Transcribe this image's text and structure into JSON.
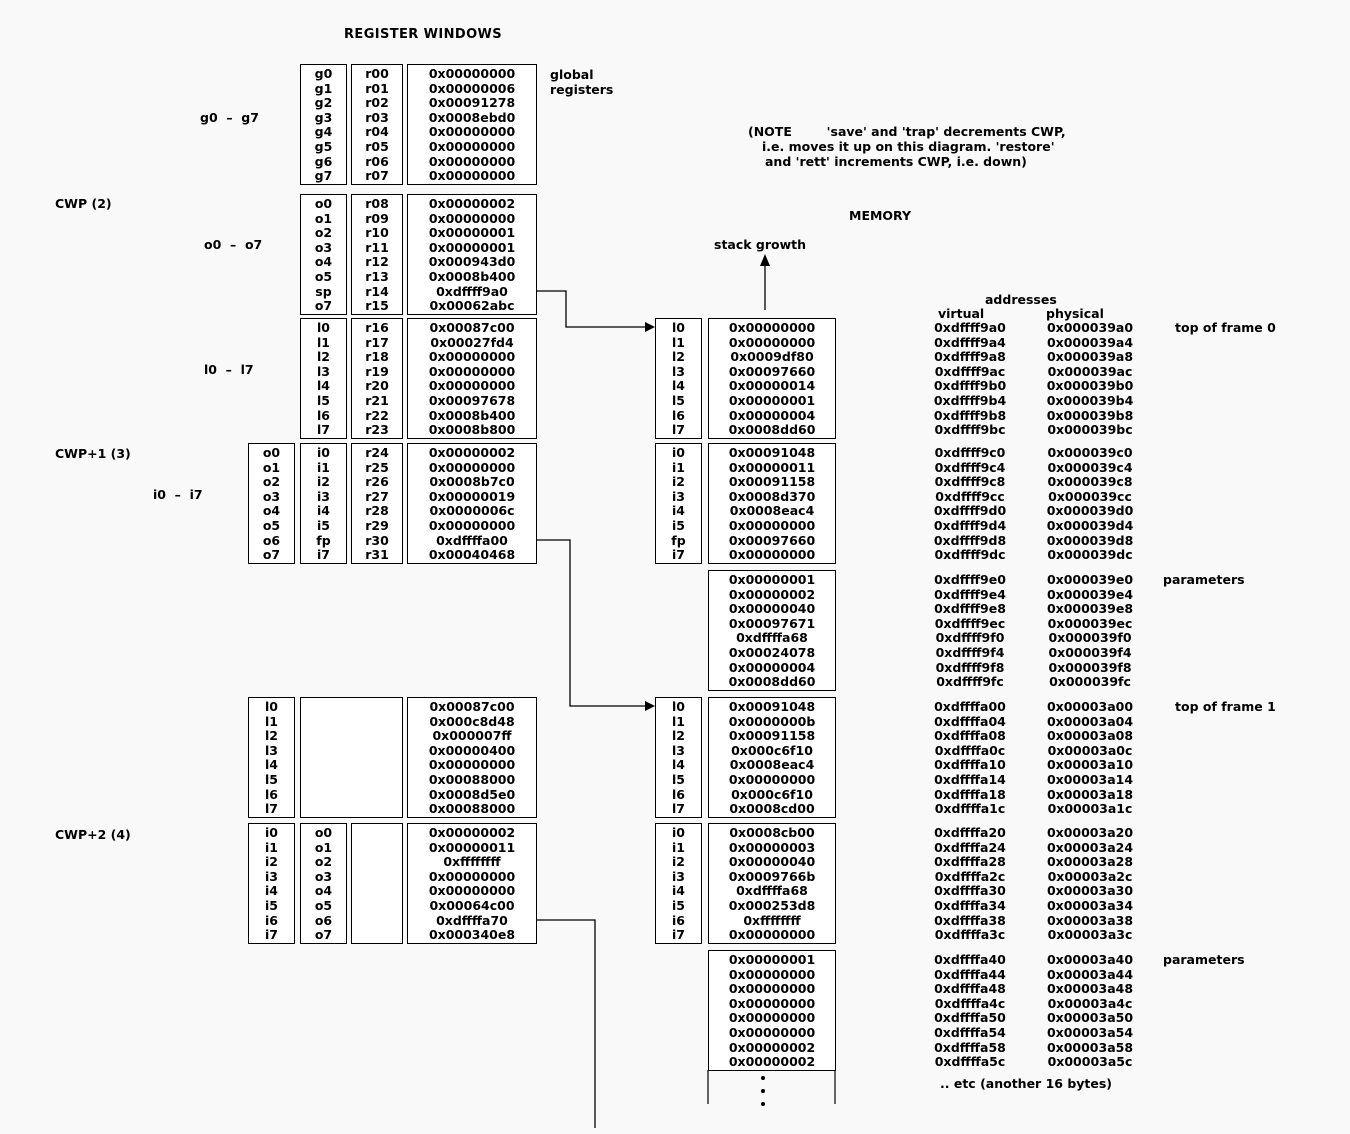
{
  "title": "REGISTER WINDOWS",
  "note": {
    "line1": "(NOTE        'save' and 'trap' decrements CWP,",
    "line2": "i.e. moves it up on this diagram. 'restore'",
    "line3": "and 'rett' increments CWP, i.e. down)"
  },
  "labels": {
    "global_registers": "global\nregisters",
    "g_range": "g0  –  g7",
    "cwp": "CWP (2)",
    "o_range": "o0  –  o7",
    "l_range": "l0  –  l7",
    "cwp1": "CWP+1 (3)",
    "i_range": "i0  –  i7",
    "cwp2": "CWP+2 (4)",
    "memory": "MEMORY",
    "stack_growth": "stack growth",
    "addresses": "addresses",
    "virtual": "virtual",
    "physical": "physical",
    "top_of_frame0": "top of frame 0",
    "top_of_frame1": "top of frame 1",
    "parameters0": "parameters",
    "parameters1": "parameters",
    "etc": ".. etc (another 16 bytes)"
  },
  "registers": {
    "global": [
      [
        "g0",
        "r00",
        "0x00000000"
      ],
      [
        "g1",
        "r01",
        "0x00000006"
      ],
      [
        "g2",
        "r02",
        "0x00091278"
      ],
      [
        "g3",
        "r03",
        "0x0008ebd0"
      ],
      [
        "g4",
        "r04",
        "0x00000000"
      ],
      [
        "g5",
        "r05",
        "0x00000000"
      ],
      [
        "g6",
        "r06",
        "0x00000000"
      ],
      [
        "g7",
        "r07",
        "0x00000000"
      ]
    ],
    "out": [
      [
        "o0",
        "r08",
        "0x00000002"
      ],
      [
        "o1",
        "r09",
        "0x00000000"
      ],
      [
        "o2",
        "r10",
        "0x00000001"
      ],
      [
        "o3",
        "r11",
        "0x00000001"
      ],
      [
        "o4",
        "r12",
        "0x000943d0"
      ],
      [
        "o5",
        "r13",
        "0x0008b400"
      ],
      [
        "sp",
        "r14",
        "0xdffff9a0"
      ],
      [
        "o7",
        "r15",
        "0x00062abc"
      ]
    ],
    "local": [
      [
        "l0",
        "r16",
        "0x00087c00"
      ],
      [
        "l1",
        "r17",
        "0x00027fd4"
      ],
      [
        "l2",
        "r18",
        "0x00000000"
      ],
      [
        "l3",
        "r19",
        "0x00000000"
      ],
      [
        "l4",
        "r20",
        "0x00000000"
      ],
      [
        "l5",
        "r21",
        "0x00097678"
      ],
      [
        "l6",
        "r22",
        "0x0008b400"
      ],
      [
        "l7",
        "r23",
        "0x0008b800"
      ]
    ],
    "in": [
      [
        "o0",
        "i0",
        "r24",
        "0x00000002"
      ],
      [
        "o1",
        "i1",
        "r25",
        "0x00000000"
      ],
      [
        "o2",
        "i2",
        "r26",
        "0x0008b7c0"
      ],
      [
        "o3",
        "i3",
        "r27",
        "0x00000019"
      ],
      [
        "o4",
        "i4",
        "r28",
        "0x0000006c"
      ],
      [
        "o5",
        "i5",
        "r29",
        "0x00000000"
      ],
      [
        "o6",
        "fp",
        "r30",
        "0xdffffa00"
      ],
      [
        "o7",
        "i7",
        "r31",
        "0x00040468"
      ]
    ],
    "local_w2": [
      [
        "l0",
        "0x00087c00"
      ],
      [
        "l1",
        "0x000c8d48"
      ],
      [
        "l2",
        "0x000007ff"
      ],
      [
        "l3",
        "0x00000400"
      ],
      [
        "l4",
        "0x00000000"
      ],
      [
        "l5",
        "0x00088000"
      ],
      [
        "l6",
        "0x0008d5e0"
      ],
      [
        "l7",
        "0x00088000"
      ]
    ],
    "inout_w2": [
      [
        "i0",
        "o0",
        "0x00000002"
      ],
      [
        "i1",
        "o1",
        "0x00000011"
      ],
      [
        "i2",
        "o2",
        "0xffffffff"
      ],
      [
        "i3",
        "o3",
        "0x00000000"
      ],
      [
        "i4",
        "o4",
        "0x00000000"
      ],
      [
        "i5",
        "o5",
        "0x00064c00"
      ],
      [
        "i6",
        "o6",
        "0xdffffa70"
      ],
      [
        "i7",
        "o7",
        "0x000340e8"
      ]
    ]
  },
  "memory": {
    "frame0_locals": [
      [
        "l0",
        "0x00000000",
        "0xdffff9a0",
        "0x000039a0"
      ],
      [
        "l1",
        "0x00000000",
        "0xdffff9a4",
        "0x000039a4"
      ],
      [
        "l2",
        "0x0009df80",
        "0xdffff9a8",
        "0x000039a8"
      ],
      [
        "l3",
        "0x00097660",
        "0xdffff9ac",
        "0x000039ac"
      ],
      [
        "l4",
        "0x00000014",
        "0xdffff9b0",
        "0x000039b0"
      ],
      [
        "l5",
        "0x00000001",
        "0xdffff9b4",
        "0x000039b4"
      ],
      [
        "l6",
        "0x00000004",
        "0xdffff9b8",
        "0x000039b8"
      ],
      [
        "l7",
        "0x0008dd60",
        "0xdffff9bc",
        "0x000039bc"
      ]
    ],
    "frame0_ins": [
      [
        "i0",
        "0x00091048",
        "0xdffff9c0",
        "0x000039c0"
      ],
      [
        "i1",
        "0x00000011",
        "0xdffff9c4",
        "0x000039c4"
      ],
      [
        "i2",
        "0x00091158",
        "0xdffff9c8",
        "0x000039c8"
      ],
      [
        "i3",
        "0x0008d370",
        "0xdffff9cc",
        "0x000039cc"
      ],
      [
        "i4",
        "0x0008eac4",
        "0xdffff9d0",
        "0x000039d0"
      ],
      [
        "i5",
        "0x00000000",
        "0xdffff9d4",
        "0x000039d4"
      ],
      [
        "fp",
        "0x00097660",
        "0xdffff9d8",
        "0x000039d8"
      ],
      [
        "i7",
        "0x00000000",
        "0xdffff9dc",
        "0x000039dc"
      ]
    ],
    "frame0_params": [
      [
        "0x00000001",
        "0xdffff9e0",
        "0x000039e0"
      ],
      [
        "0x00000002",
        "0xdffff9e4",
        "0x000039e4"
      ],
      [
        "0x00000040",
        "0xdffff9e8",
        "0x000039e8"
      ],
      [
        "0x00097671",
        "0xdffff9ec",
        "0x000039ec"
      ],
      [
        "0xdffffa68",
        "0xdffff9f0",
        "0x000039f0"
      ],
      [
        "0x00024078",
        "0xdffff9f4",
        "0x000039f4"
      ],
      [
        "0x00000004",
        "0xdffff9f8",
        "0x000039f8"
      ],
      [
        "0x0008dd60",
        "0xdffff9fc",
        "0x000039fc"
      ]
    ],
    "frame1_locals": [
      [
        "l0",
        "0x00091048",
        "0xdffffa00",
        "0x00003a00"
      ],
      [
        "l1",
        "0x0000000b",
        "0xdffffa04",
        "0x00003a04"
      ],
      [
        "l2",
        "0x00091158",
        "0xdffffa08",
        "0x00003a08"
      ],
      [
        "l3",
        "0x000c6f10",
        "0xdffffa0c",
        "0x00003a0c"
      ],
      [
        "l4",
        "0x0008eac4",
        "0xdffffa10",
        "0x00003a10"
      ],
      [
        "l5",
        "0x00000000",
        "0xdffffa14",
        "0x00003a14"
      ],
      [
        "l6",
        "0x000c6f10",
        "0xdffffa18",
        "0x00003a18"
      ],
      [
        "l7",
        "0x0008cd00",
        "0xdffffa1c",
        "0x00003a1c"
      ]
    ],
    "frame1_ins": [
      [
        "i0",
        "0x0008cb00",
        "0xdffffa20",
        "0x00003a20"
      ],
      [
        "i1",
        "0x00000003",
        "0xdffffa24",
        "0x00003a24"
      ],
      [
        "i2",
        "0x00000040",
        "0xdffffa28",
        "0x00003a28"
      ],
      [
        "i3",
        "0x0009766b",
        "0xdffffa2c",
        "0x00003a2c"
      ],
      [
        "i4",
        "0xdffffa68",
        "0xdffffa30",
        "0x00003a30"
      ],
      [
        "i5",
        "0x000253d8",
        "0xdffffa34",
        "0x00003a34"
      ],
      [
        "i6",
        "0xffffffff",
        "0xdffffa38",
        "0x00003a38"
      ],
      [
        "i7",
        "0x00000000",
        "0xdffffa3c",
        "0x00003a3c"
      ]
    ],
    "frame1_params": [
      [
        "0x00000001",
        "0xdffffa40",
        "0x00003a40"
      ],
      [
        "0x00000000",
        "0xdffffa44",
        "0x00003a44"
      ],
      [
        "0x00000000",
        "0xdffffa48",
        "0x00003a48"
      ],
      [
        "0x00000000",
        "0xdffffa4c",
        "0x00003a4c"
      ],
      [
        "0x00000000",
        "0xdffffa50",
        "0x00003a50"
      ],
      [
        "0x00000000",
        "0xdffffa54",
        "0x00003a54"
      ],
      [
        "0x00000002",
        "0xdffffa58",
        "0x00003a58"
      ],
      [
        "0x00000002",
        "0xdffffa5c",
        "0x00003a5c"
      ]
    ]
  }
}
